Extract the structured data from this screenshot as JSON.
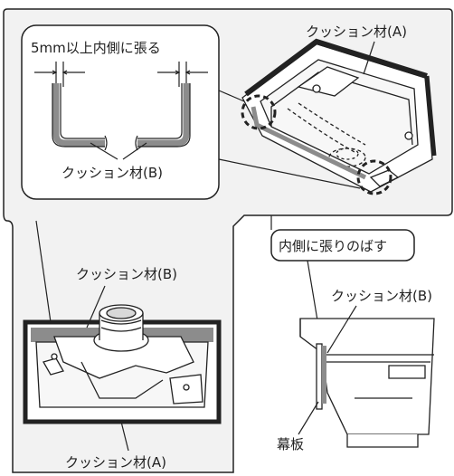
{
  "labels": {
    "cushion_a_top": "クッション材(A)",
    "overlap_note": "5mm以上内側に張る",
    "cushion_b_callout": "クッション材(B)",
    "cushion_b_tray": "クッション材(B)",
    "cushion_a_bottom": "クッション材(A)",
    "stretch_inward": "内側に張りのばす",
    "cushion_b_side": "クッション材(B)",
    "skirt_board": "幕板"
  },
  "colors": {
    "line": "#222222",
    "panel_fill": "#f2f2f2",
    "callout_fill": "#ffffff",
    "cushion_b": "#8c8c8c",
    "dashed": "#333333"
  }
}
